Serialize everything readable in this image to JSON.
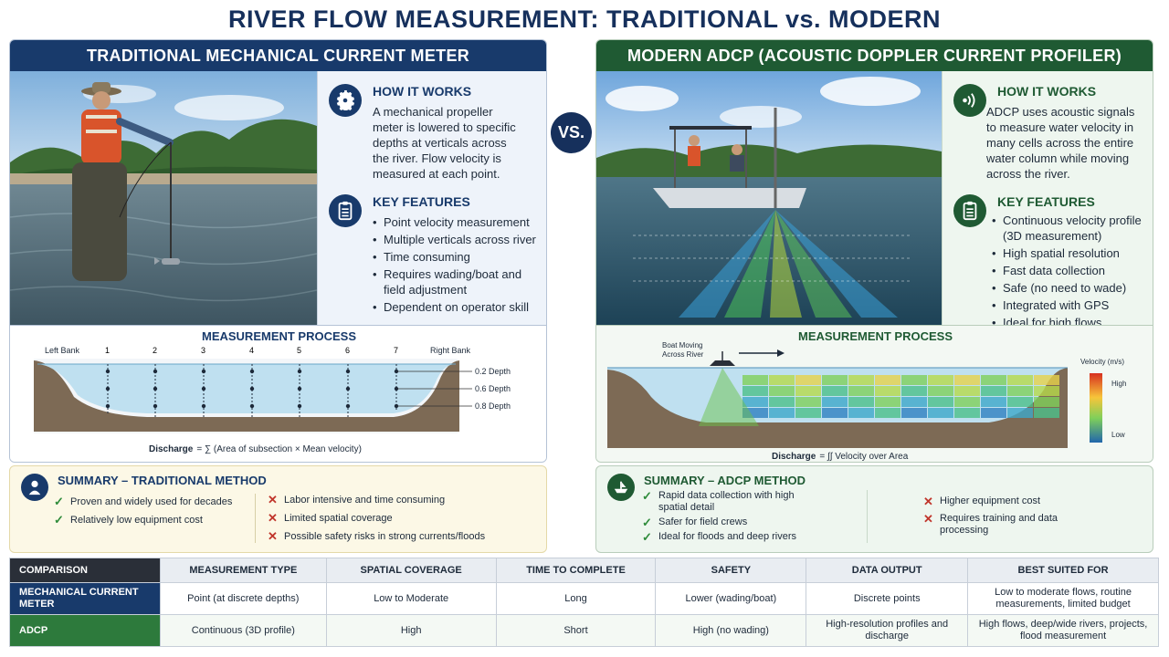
{
  "title": "RIVER FLOW MEASUREMENT: TRADITIONAL vs. MODERN",
  "vs_label": "VS.",
  "traditional": {
    "header": "TRADITIONAL MECHANICAL CURRENT METER",
    "how_title": "HOW IT WORKS",
    "how_text": "A mechanical propeller meter is lowered to specific depths at verticals across the river. Flow velocity is measured at each point.",
    "features_title": "KEY FEATURES",
    "features": [
      "Point velocity measurement",
      "Multiple verticals across river",
      "Time consuming",
      "Requires wading/boat and field adjustment",
      "Dependent on operator skill"
    ],
    "process_title": "MEASUREMENT PROCESS",
    "left_bank": "Left Bank",
    "right_bank": "Right Bank",
    "verticals": [
      "1",
      "2",
      "3",
      "4",
      "5",
      "6",
      "7"
    ],
    "depths": [
      "0.2 Depth",
      "0.6 Depth",
      "0.8 Depth"
    ],
    "discharge_label": "Discharge",
    "discharge_formula": "= ∑ (Area of subsection × Mean velocity)"
  },
  "modern": {
    "header": "MODERN ADCP (ACOUSTIC DOPPLER CURRENT PROFILER)",
    "how_title": "HOW IT WORKS",
    "how_text": "ADCP uses acoustic signals to measure water velocity in many cells across the entire water column while moving across the river.",
    "features_title": "KEY FEATURES",
    "features": [
      "Continuous velocity profile (3D measurement)",
      "High spatial resolution",
      "Fast data collection",
      "Safe (no need to wade)",
      "Integrated with GPS",
      "Ideal for high flows"
    ],
    "process_title": "MEASUREMENT PROCESS",
    "boat_label_1": "Boat Moving",
    "boat_label_2": "Across River",
    "legend_title": "Velocity (m/s)",
    "legend_high": "High",
    "legend_low": "Low",
    "discharge_label": "Discharge",
    "discharge_formula": "= ∫∫ Velocity over Area"
  },
  "summary_traditional": {
    "title": "SUMMARY – TRADITIONAL METHOD",
    "pros": [
      "Proven and widely used for decades",
      "Relatively low equipment cost"
    ],
    "cons": [
      "Labor intensive and time consuming",
      "Limited spatial coverage",
      "Possible safety risks in strong currents/floods"
    ]
  },
  "summary_adcp": {
    "title": "SUMMARY – ADCP METHOD",
    "pros": [
      "Rapid data collection with high spatial detail",
      "Safer for field crews",
      "Ideal for floods and deep rivers"
    ],
    "cons": [
      "Higher equipment cost",
      "Requires training and data processing"
    ]
  },
  "table": {
    "headers": [
      "COMPARISON",
      "MEASUREMENT TYPE",
      "SPATIAL COVERAGE",
      "TIME TO COMPLETE",
      "SAFETY",
      "DATA OUTPUT",
      "BEST SUITED FOR"
    ],
    "rows": [
      [
        "MECHANICAL CURRENT METER",
        "Point (at discrete depths)",
        "Low to Moderate",
        "Long",
        "Lower (wading/boat)",
        "Discrete points",
        "Low to moderate flows, routine measurements, limited budget"
      ],
      [
        "ADCP",
        "Continuous (3D profile)",
        "High",
        "Short",
        "High (no wading)",
        "High-resolution profiles and discharge",
        "High flows, deep/wide rivers, projects, flood measurement"
      ]
    ]
  },
  "colors": {
    "navy": "#183a6b",
    "green": "#1f5a33",
    "check": "#2e8b3a",
    "cross": "#c0352b"
  }
}
